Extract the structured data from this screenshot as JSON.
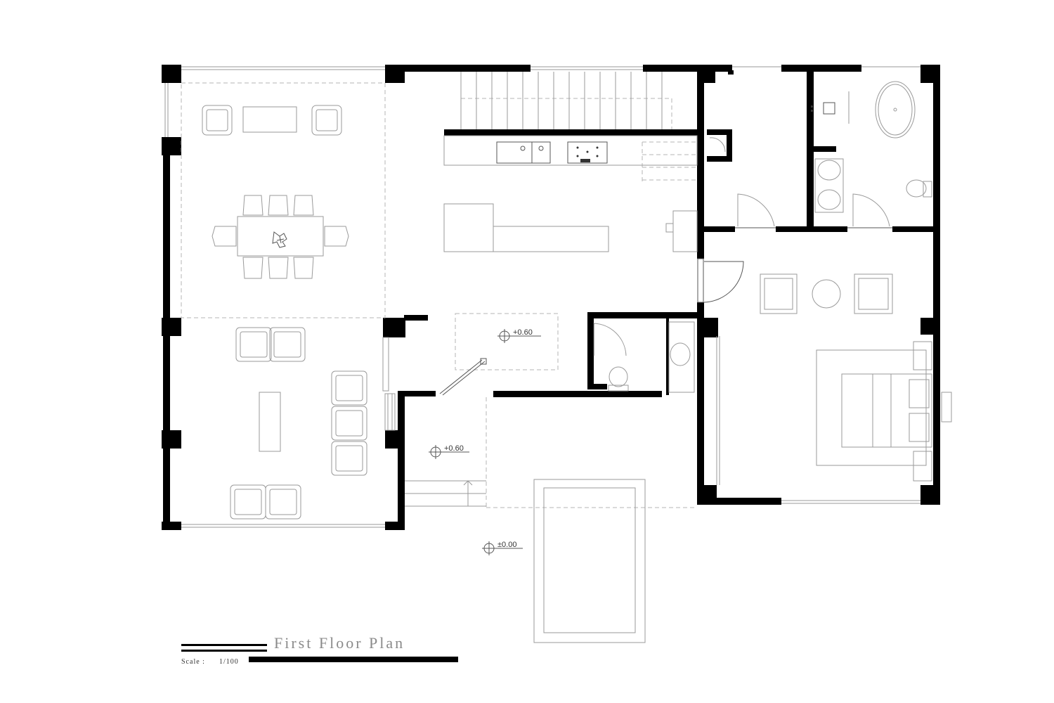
{
  "title": "First Floor Plan",
  "scale": {
    "label": "Scale :",
    "value": "1/100"
  },
  "levels": {
    "dining": "+0.60",
    "entry": "+0.60",
    "ground": "±0.00"
  },
  "colors": {
    "wall": "#000000",
    "line": "#9a9a9a",
    "dashed": "#b5b5b5"
  }
}
